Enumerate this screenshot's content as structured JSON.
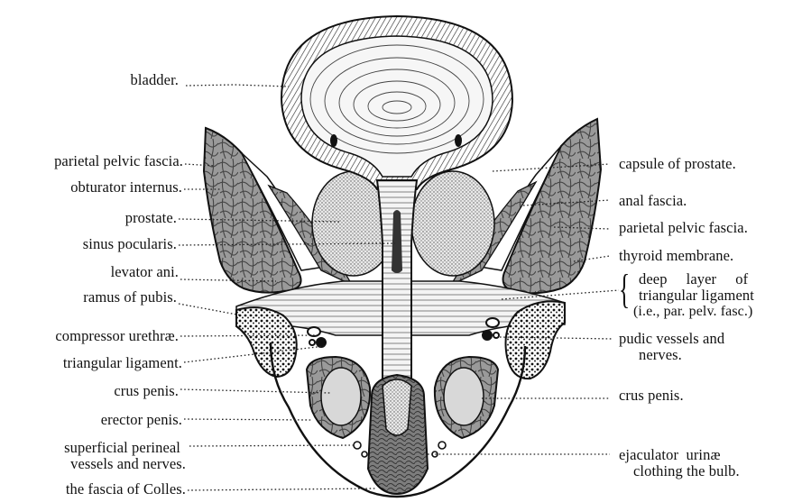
{
  "labels_left": {
    "bladder": "bladder.",
    "parietal_pelvic_fascia": "parietal pelvic fascia.",
    "obturator_internus": "obturator internus.",
    "prostate": "prostate.",
    "sinus_pocularis": "sinus pocularis.",
    "levator_ani": "levator ani.",
    "ramus_of_pubis": "ramus of pubis.",
    "compressor_urethrae": "compressor urethræ.",
    "triangular_ligament": "triangular ligament.",
    "crus_penis": "crus penis.",
    "erector_penis": "erector penis.",
    "superficial_perineal_1": "superficial perineal",
    "superficial_perineal_2": "vessels and nerves.",
    "fascia_of_colles": "the fascia of Colles."
  },
  "labels_right": {
    "capsule_of_prostate": "capsule of prostate.",
    "anal_fascia": "anal fascia.",
    "parietal_pelvic_fascia": "parietal pelvic fascia.",
    "thyroid_membrane": "thyroid membrane.",
    "deep_layer_1": "deep     layer     of",
    "deep_layer_2": "triangular ligament",
    "deep_layer_3": "(i.e., par. pelv. fasc.)",
    "pudic_1": "pudic vessels and",
    "pudic_2": "nerves.",
    "crus_penis": "crus penis.",
    "ejaculator_1": "ejaculator  urinæ",
    "ejaculator_2": "clothing the bulb."
  },
  "colors": {
    "ink": "#111111",
    "paper": "#ffffff",
    "tissue": "#8a8a8a"
  }
}
